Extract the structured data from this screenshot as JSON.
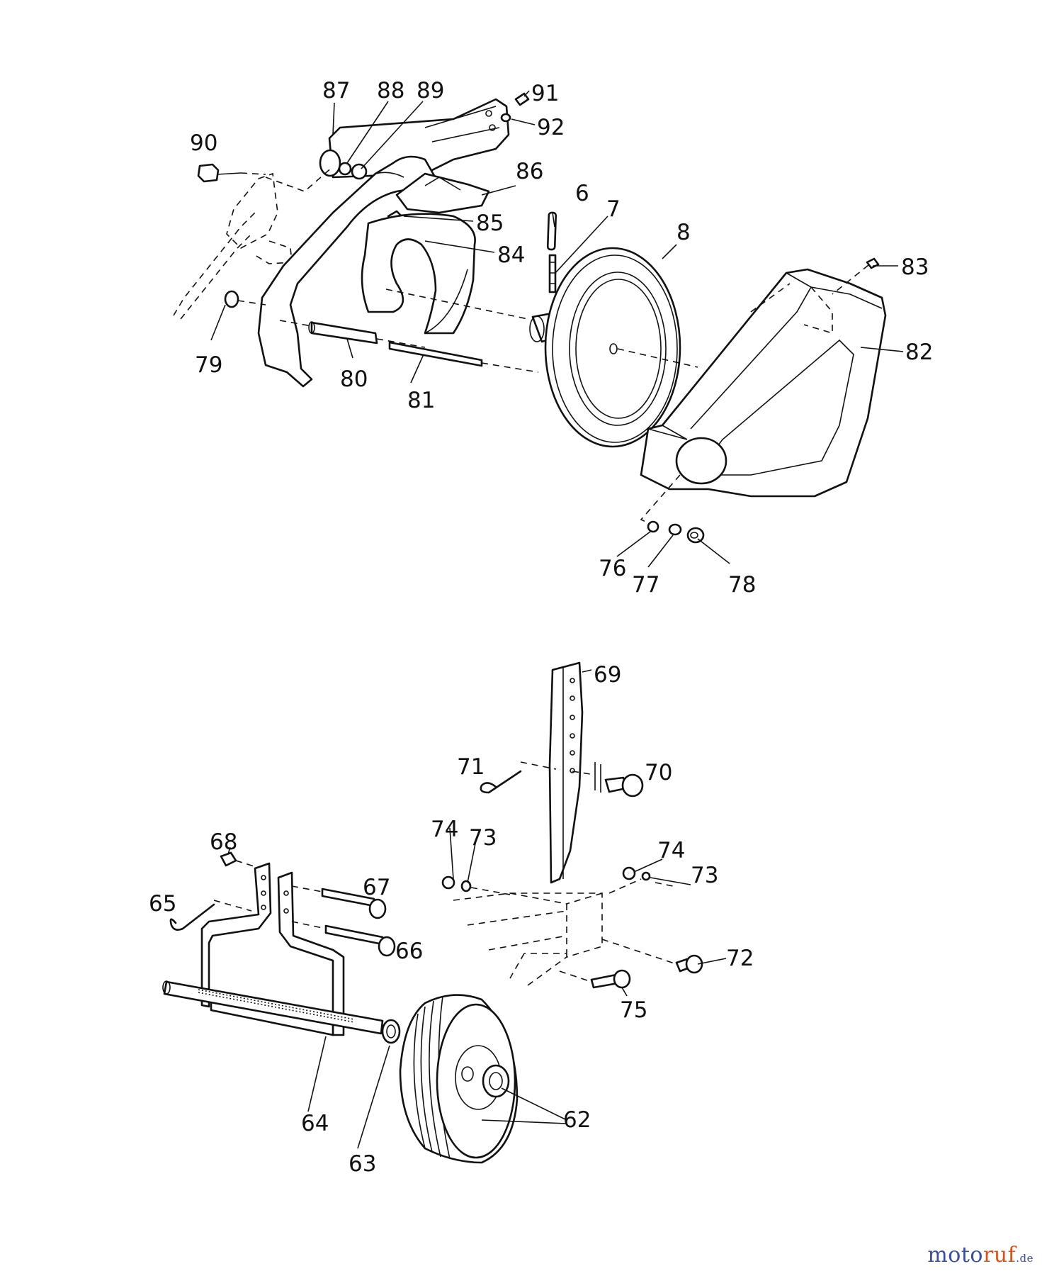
{
  "callouts": {
    "p87": "87",
    "p88": "88",
    "p89": "89",
    "p91": "91",
    "p92": "92",
    "p90": "90",
    "p86": "86",
    "p6": "6",
    "p7": "7",
    "p8": "8",
    "p85": "85",
    "p84": "84",
    "p83": "83",
    "p82": "82",
    "p79": "79",
    "p80": "80",
    "p81": "81",
    "p76": "76",
    "p77": "77",
    "p78": "78",
    "p69": "69",
    "p71": "71",
    "p70": "70",
    "p74a": "74",
    "p73a": "73",
    "p68": "68",
    "p67": "67",
    "p74b": "74",
    "p73b": "73",
    "p65": "65",
    "p66": "66",
    "p72": "72",
    "p75": "75",
    "p62": "62",
    "p64": "64",
    "p63": "63"
  },
  "watermark": {
    "part1": "moto",
    "part2": "ruf",
    "part3": ".de"
  },
  "colors": {
    "line": "#111111",
    "brand_blue": "#3a4f9e",
    "brand_orange": "#d4541f"
  }
}
